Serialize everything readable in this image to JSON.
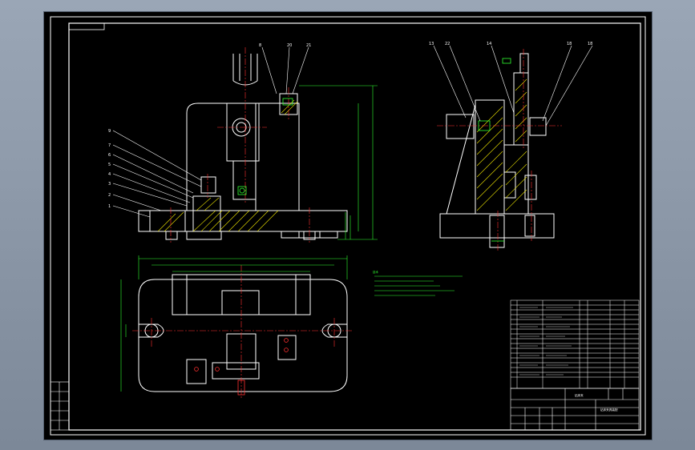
{
  "drawing": {
    "background": "#000000",
    "colors": {
      "outline": "#ffffff",
      "dimension": "#30ff30",
      "centerline": "#ff3030",
      "hatch": "#e8e000",
      "bolt": "#ff3030"
    },
    "leader_labels_front": [
      "8",
      "20",
      "21"
    ],
    "leader_labels_side": [
      "13",
      "22",
      "14",
      "18",
      "18"
    ],
    "leader_labels_left": [
      "9",
      "7",
      "6",
      "5",
      "4",
      "3",
      "2",
      "1"
    ],
    "technical_notes_title": "技术",
    "title_block": {
      "part_name": "钻床夹",
      "drawing_name": "钻床夹具装配"
    }
  }
}
